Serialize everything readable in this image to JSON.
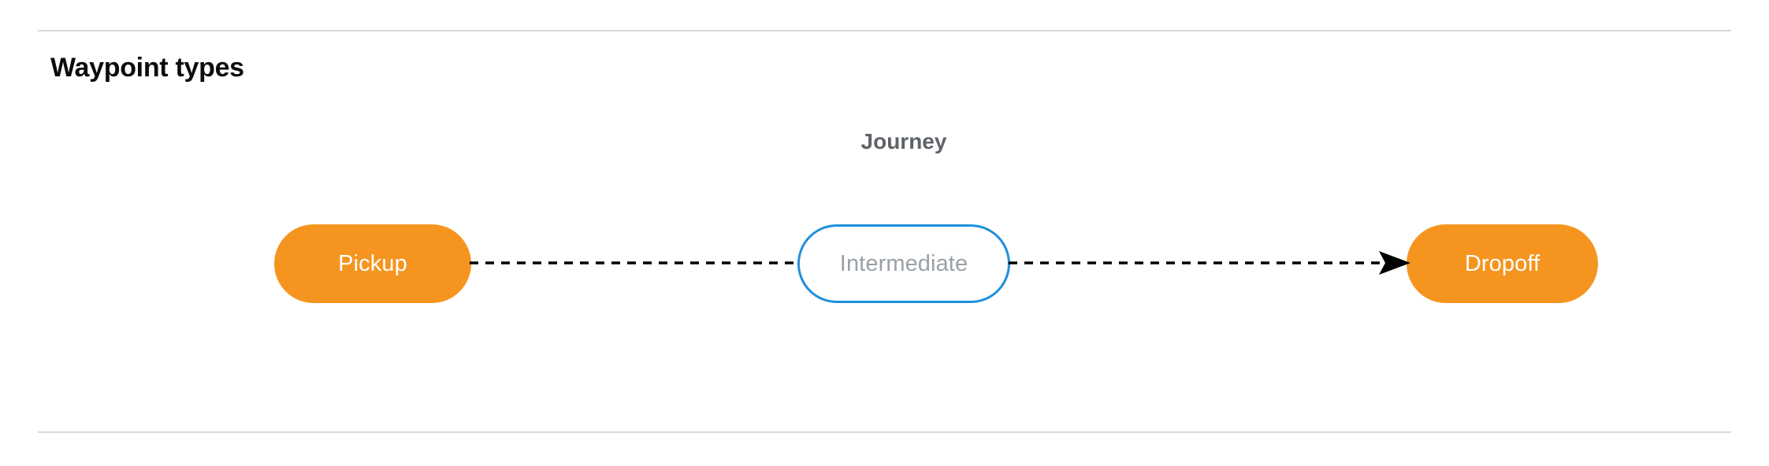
{
  "section": {
    "title": "Waypoint types"
  },
  "diagram": {
    "caption": "Journey",
    "nodes": [
      {
        "id": "pickup",
        "label": "Pickup",
        "style": "filled",
        "color": "#f5951f",
        "text_color": "#ffffff"
      },
      {
        "id": "intermediate",
        "label": "Intermediate",
        "style": "outlined",
        "color": "#1e90db",
        "text_color": "#9aa0a6"
      },
      {
        "id": "dropoff",
        "label": "Dropoff",
        "style": "filled",
        "color": "#f5951f",
        "text_color": "#ffffff"
      }
    ],
    "connectors": [
      {
        "id": "pickup-to-intermediate",
        "from": "pickup",
        "to": "intermediate",
        "line": "dashed",
        "arrowhead": false,
        "color": "#000000"
      },
      {
        "id": "intermediate-to-dropoff",
        "from": "intermediate",
        "to": "dropoff",
        "line": "dashed",
        "arrowhead": true,
        "color": "#000000"
      }
    ]
  },
  "dividers": {
    "color": "#d6d8da"
  }
}
